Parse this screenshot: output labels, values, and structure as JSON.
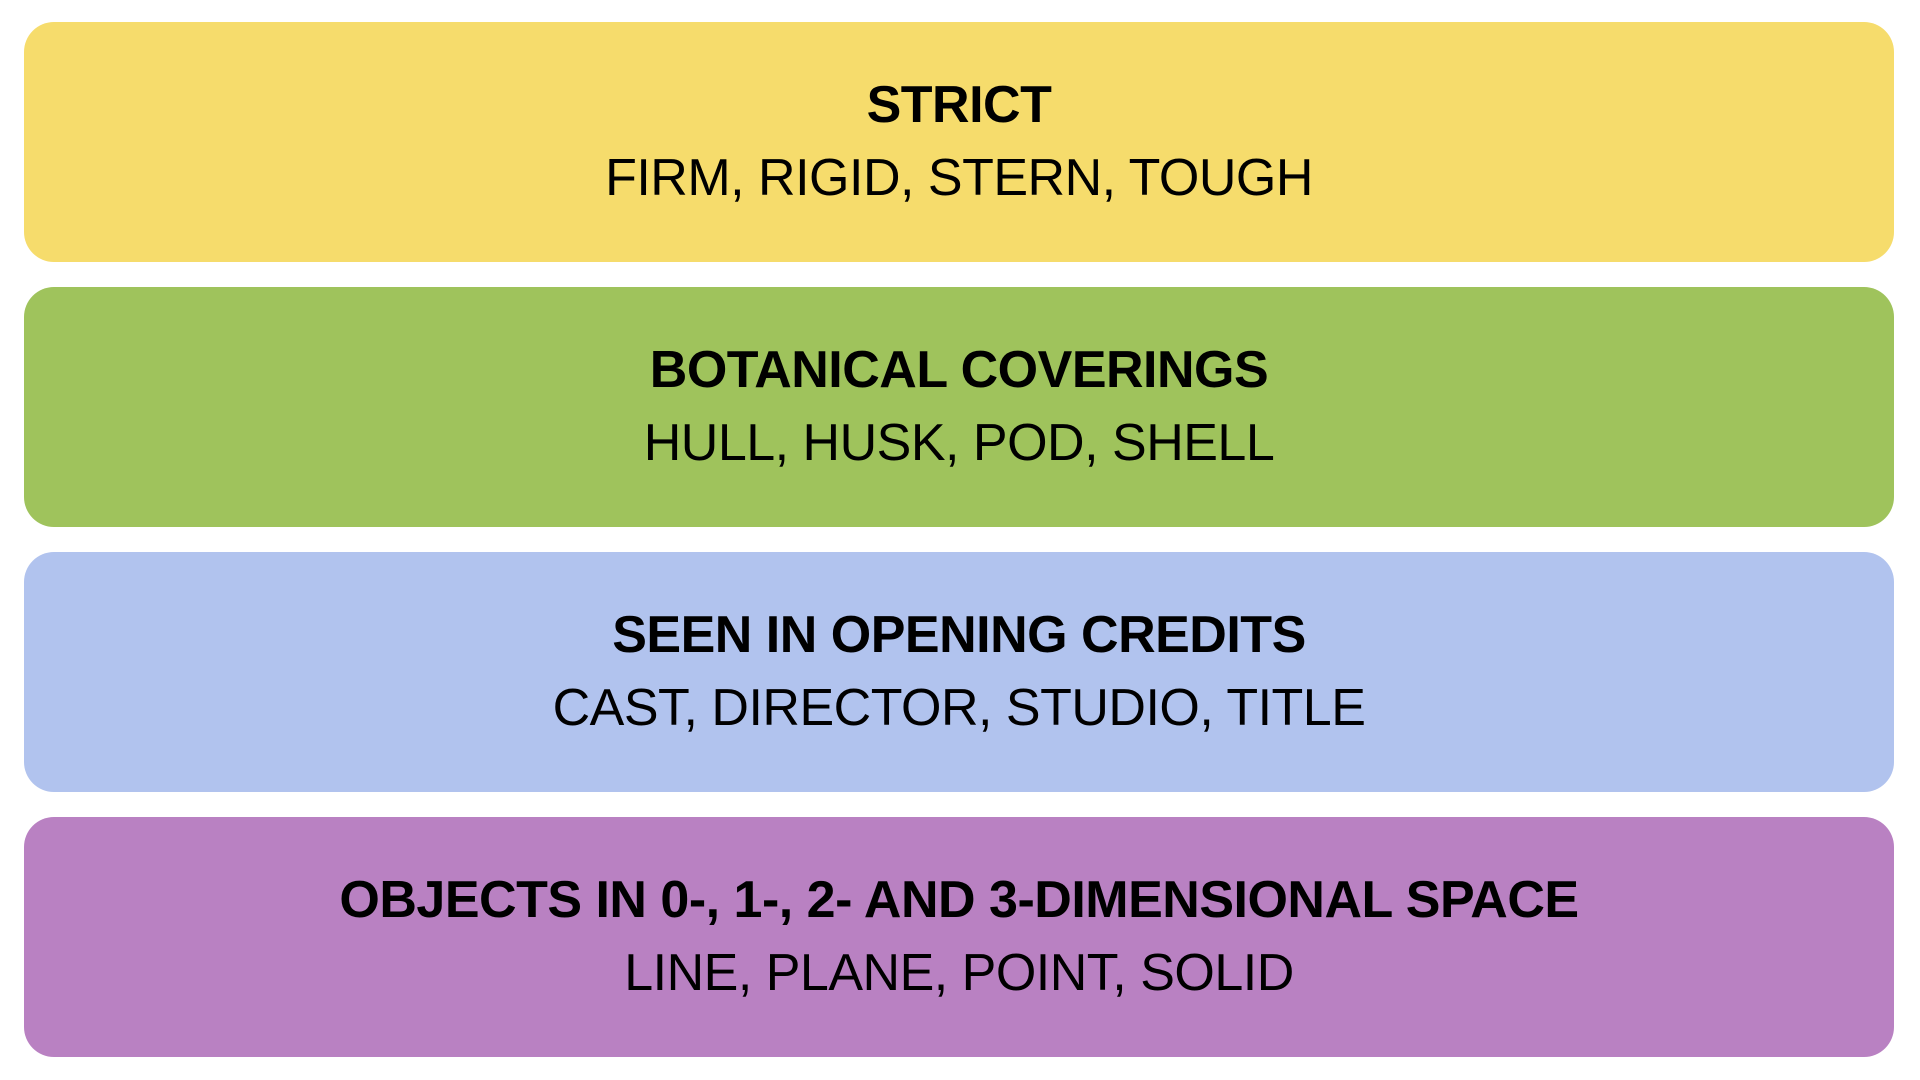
{
  "board": {
    "kind": "connections-solved-results",
    "background_color": "#FFFFFF",
    "text_color": "#000000"
  },
  "groups": [
    {
      "name": "yellow-group",
      "color": "#F6DC6C",
      "title": "STRICT",
      "words": "FIRM, RIGID, STERN, TOUGH"
    },
    {
      "name": "green-group",
      "color": "#9FC35C",
      "title": "BOTANICAL COVERINGS",
      "words": "HULL, HUSK, POD, SHELL"
    },
    {
      "name": "blue-group",
      "color": "#B1C3EE",
      "title": "SEEN IN OPENING CREDITS",
      "words": "CAST, DIRECTOR, STUDIO, TITLE"
    },
    {
      "name": "purple-group",
      "color": "#B981C2",
      "title": "OBJECTS IN 0-, 1-, 2- AND 3-DIMENSIONAL SPACE",
      "words": "LINE, PLANE, POINT, SOLID"
    }
  ]
}
